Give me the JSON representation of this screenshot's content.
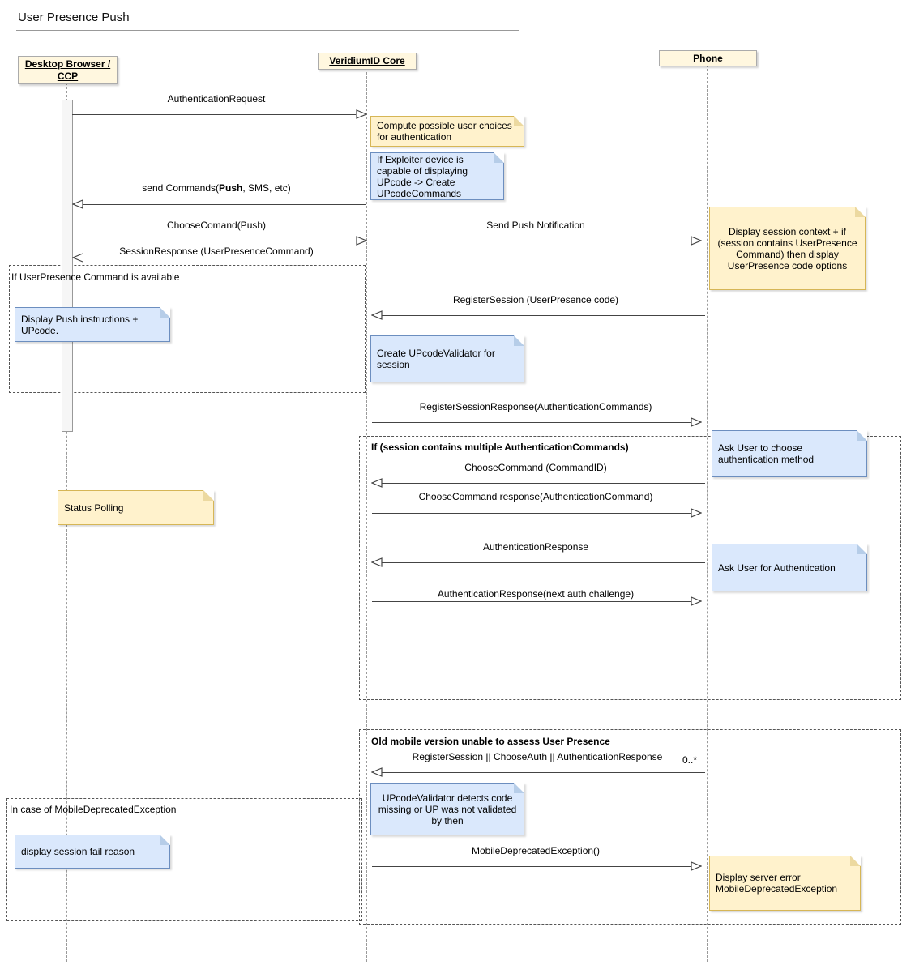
{
  "title": "User Presence Push",
  "actors": {
    "desktop": "Desktop Browser / CCP",
    "core": "VeridiumID Core",
    "phone": "Phone"
  },
  "fragments": [
    {
      "label": "If UserPresence Command is available"
    },
    {
      "label": "If (session contains multiple AuthenticationCommands)"
    },
    {
      "label": "Old mobile version unable to assess User Presence"
    },
    {
      "label": "In case of MobileDeprecatedException"
    }
  ],
  "messages": [
    {
      "label": "AuthenticationRequest"
    },
    {
      "parts": [
        "send Commands(",
        "Push",
        ", SMS, etc)"
      ]
    },
    {
      "label": "ChooseComand(Push)"
    },
    {
      "label": "Send Push Notification"
    },
    {
      "label": "SessionResponse (UserPresenceCommand)"
    },
    {
      "label": "RegisterSession (UserPresence code)"
    },
    {
      "label": "RegisterSessionResponse(AuthenticationCommands)"
    },
    {
      "label": "ChooseCommand (CommandID)"
    },
    {
      "label": "ChooseCommand response(AuthenticationCommand)"
    },
    {
      "label": "AuthenticationResponse"
    },
    {
      "label": "AuthenticationResponse(next auth challenge)"
    },
    {
      "label": "RegisterSession || ChooseAuth || AuthenticationResponse",
      "multiplicity": "0..*"
    },
    {
      "label": "MobileDeprecatedException()"
    }
  ],
  "notes": {
    "compute_choices": "Compute possible user choices for authentication",
    "exploiter": "If Exploiter device is capable of displaying UPcode -> Create UPcodeCommands",
    "display_session_context": "Display session context + if (session contains UserPresence Command) then display UserPresence code options",
    "display_push_instructions": "Display Push instructions + UPcode.",
    "create_validator": "Create UPcodeValidator for session",
    "ask_choose": "Ask User to choose authentication method",
    "status_polling": "Status Polling",
    "ask_auth": "Ask User for Authentication",
    "validator_detects": "UPcodeValidator detects code missing or UP was not validated by then",
    "fail_reason": "display session fail reason",
    "server_error": "Display server error MobileDeprecatedException"
  },
  "colors": {
    "note_yellow_fill": "#FFF2CC",
    "note_yellow_border": "#D6B656",
    "note_blue_fill": "#DAE8FC",
    "note_blue_border": "#6C8EBF",
    "actor_fill": "#FFF7DF",
    "actor_border": "#ABABAB"
  }
}
